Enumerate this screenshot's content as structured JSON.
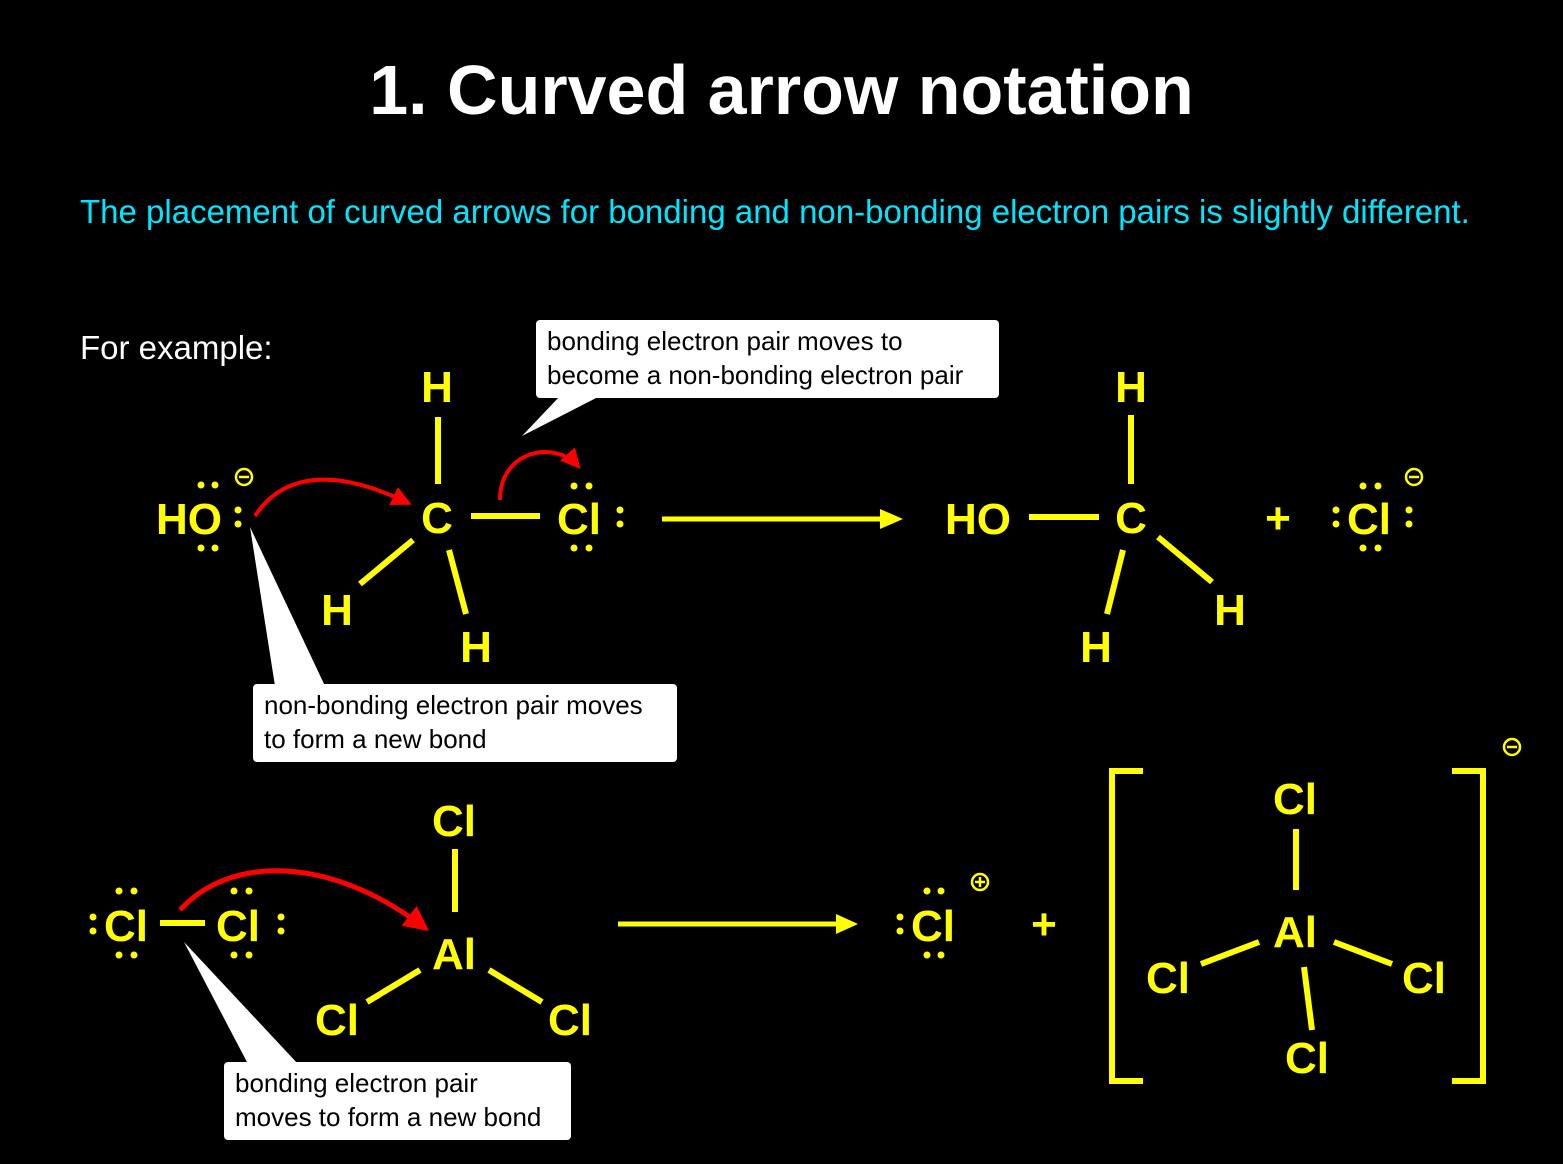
{
  "title": "1. Curved arrow notation",
  "intro": "The placement of curved arrows for bonding and non-bonding electron pairs is slightly different.",
  "example_label": "For example:",
  "colors": {
    "background": "#000000",
    "molecule": "#ffff00",
    "intro_text": "#00e6ff",
    "curved_arrow": "#ff0000",
    "callout_fill": "#ffffff"
  },
  "reaction1": {
    "nucleophile": "HO",
    "carbon": "C",
    "hydrogen": "H",
    "leaving_group": "Cl",
    "product_group": "HO",
    "plus": "+",
    "callout_bonding": {
      "line1": "bonding electron pair moves to",
      "line2": "become a non-bonding electron pair"
    },
    "callout_nonbonding": {
      "line1": "non-bonding electron pair moves",
      "line2": "to form a new bond"
    }
  },
  "reaction2": {
    "chlorine": "Cl",
    "aluminum": "Al",
    "plus": "+",
    "callout_bonding": {
      "line1": "bonding electron pair",
      "line2": "moves to form a new bond"
    }
  }
}
